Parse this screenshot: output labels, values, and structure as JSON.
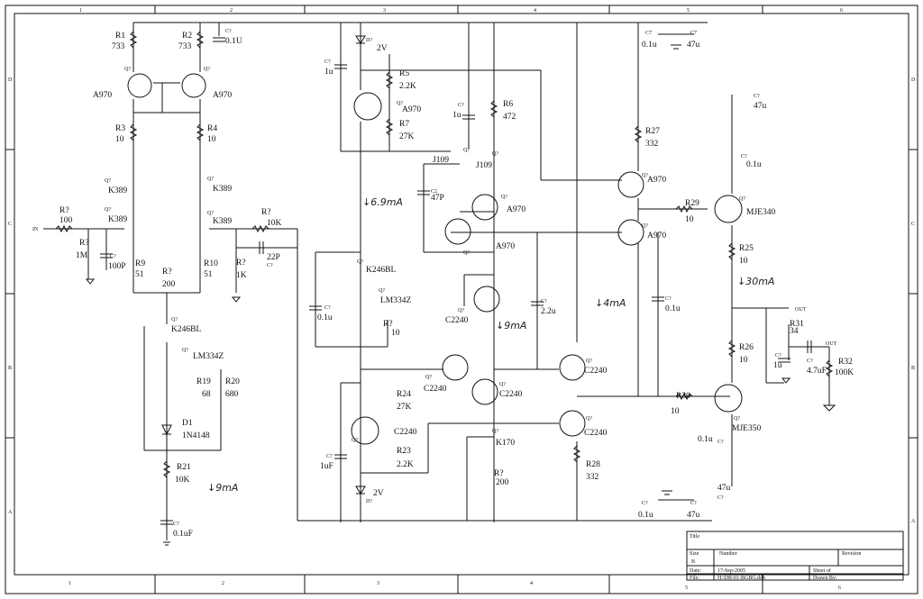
{
  "border": {
    "cols_top": [
      "1",
      "2",
      "3",
      "4",
      "5",
      "6"
    ],
    "cols_bottom": [
      "1",
      "2",
      "3",
      "4",
      "5",
      "6"
    ],
    "rows_left": [
      "D",
      "C",
      "B",
      "A"
    ],
    "rows_right": [
      "D",
      "C",
      "B",
      "A"
    ]
  },
  "transistors": [
    {
      "ref": "Q?",
      "value": "A970"
    },
    {
      "ref": "Q?",
      "value": "A970"
    },
    {
      "ref": "Q?",
      "value": "K389"
    },
    {
      "ref": "Q?",
      "value": "K389"
    },
    {
      "ref": "Q?",
      "value": "K389"
    },
    {
      "ref": "Q?",
      "value": "K389"
    },
    {
      "ref": "Q?",
      "value": "K246BL"
    },
    {
      "ref": "Q?",
      "value": "LM334Z"
    },
    {
      "ref": "Q?",
      "value": "A970"
    },
    {
      "ref": "Q?",
      "value": "J109"
    },
    {
      "ref": "Q?",
      "value": "J109"
    },
    {
      "ref": "Q?",
      "value": "A970"
    },
    {
      "ref": "Q?",
      "value": "A970"
    },
    {
      "ref": "Q?",
      "value": "K246BL"
    },
    {
      "ref": "Q?",
      "value": "LM334Z"
    },
    {
      "ref": "Q?",
      "value": "C2240"
    },
    {
      "ref": "Q?",
      "value": "C2240"
    },
    {
      "ref": "Q?",
      "value": "C2240"
    },
    {
      "ref": "Q?",
      "value": "C2240"
    },
    {
      "ref": "Q?",
      "value": "C2240"
    },
    {
      "ref": "Q?",
      "value": "K170"
    },
    {
      "ref": "Q?",
      "value": "C2240"
    },
    {
      "ref": "Q?",
      "value": "A970"
    },
    {
      "ref": "Q?",
      "value": "A970"
    },
    {
      "ref": "Q?",
      "value": "MJE340"
    },
    {
      "ref": "Q?",
      "value": "MJE350"
    }
  ],
  "resistors": [
    {
      "ref": "R1",
      "value": "733"
    },
    {
      "ref": "R2",
      "value": "733"
    },
    {
      "ref": "R3",
      "value": "10"
    },
    {
      "ref": "R4",
      "value": "10"
    },
    {
      "ref": "R?",
      "value": "100"
    },
    {
      "ref": "R?",
      "value": "1M"
    },
    {
      "ref": "R9",
      "value": "51"
    },
    {
      "ref": "R10",
      "value": "51"
    },
    {
      "ref": "R?",
      "value": "200"
    },
    {
      "ref": "R?",
      "value": "10K"
    },
    {
      "ref": "R?",
      "value": "1K"
    },
    {
      "ref": "R19",
      "value": "68"
    },
    {
      "ref": "R20",
      "value": "680"
    },
    {
      "ref": "R21",
      "value": "10K"
    },
    {
      "ref": "R5",
      "value": "2.2K"
    },
    {
      "ref": "R7",
      "value": "27K"
    },
    {
      "ref": "R6",
      "value": "472"
    },
    {
      "ref": "R?",
      "value": "10"
    },
    {
      "ref": "R24",
      "value": "27K"
    },
    {
      "ref": "R23",
      "value": "2.2K"
    },
    {
      "ref": "R?",
      "value": "200"
    },
    {
      "ref": "R28",
      "value": "332"
    },
    {
      "ref": "R27",
      "value": "332"
    },
    {
      "ref": "R29",
      "value": "10"
    },
    {
      "ref": "R25",
      "value": "10"
    },
    {
      "ref": "R26",
      "value": "10"
    },
    {
      "ref": "R30",
      "value": "10"
    },
    {
      "ref": "R31",
      "value": "34"
    },
    {
      "ref": "R32",
      "value": "100K"
    }
  ],
  "capacitors": [
    {
      "ref": "C?",
      "value": "0.1U"
    },
    {
      "ref": "C?",
      "value": "100P"
    },
    {
      "ref": "C?",
      "value": "22P"
    },
    {
      "ref": "C?",
      "value": "0.1uF"
    },
    {
      "ref": "C?",
      "value": "1u"
    },
    {
      "ref": "C?",
      "value": "1u"
    },
    {
      "ref": "C2",
      "value": "47P"
    },
    {
      "ref": "C?",
      "value": "0.1u"
    },
    {
      "ref": "C?",
      "value": "2.2u"
    },
    {
      "ref": "C?",
      "value": "0.1u"
    },
    {
      "ref": "C?",
      "value": "1uF"
    },
    {
      "ref": "C7",
      "value": "0.1u"
    },
    {
      "ref": "C7",
      "value": "47u"
    },
    {
      "ref": "C?",
      "value": "47u"
    },
    {
      "ref": "C?",
      "value": "0.1u"
    },
    {
      "ref": "C?",
      "value": "1u"
    },
    {
      "ref": "C?",
      "value": "4.7uF"
    },
    {
      "ref": "C?",
      "value": "0.1u"
    },
    {
      "ref": "C?",
      "value": "47u"
    },
    {
      "ref": "C?",
      "value": "0.1u"
    },
    {
      "ref": "C?",
      "value": "47u"
    }
  ],
  "diodes": [
    {
      "ref": "D1",
      "value": "1N4148"
    },
    {
      "ref": "D?",
      "value": "2V"
    },
    {
      "ref": "D?",
      "value": "2V"
    }
  ],
  "ports": {
    "in": "IN",
    "out1": "OUT",
    "out2": "OUT"
  },
  "handwritten": {
    "i1": "↓9mA",
    "i2": "↓6.9mA",
    "i3": "↓9mA",
    "i4": "↓4mA",
    "i5": "↓30mA"
  },
  "titleblock": {
    "title_label": "Title",
    "size_label": "Size",
    "size_value": "B",
    "number_label": "Number",
    "revision_label": "Revision",
    "date_label": "Date:",
    "date_value": "17-Sep-2005",
    "file_label": "File:",
    "file_value": "H:\\DB-01-BGBG.ddb",
    "sheet_label": "Sheet  of",
    "drawn_label": "Drawn By:"
  }
}
